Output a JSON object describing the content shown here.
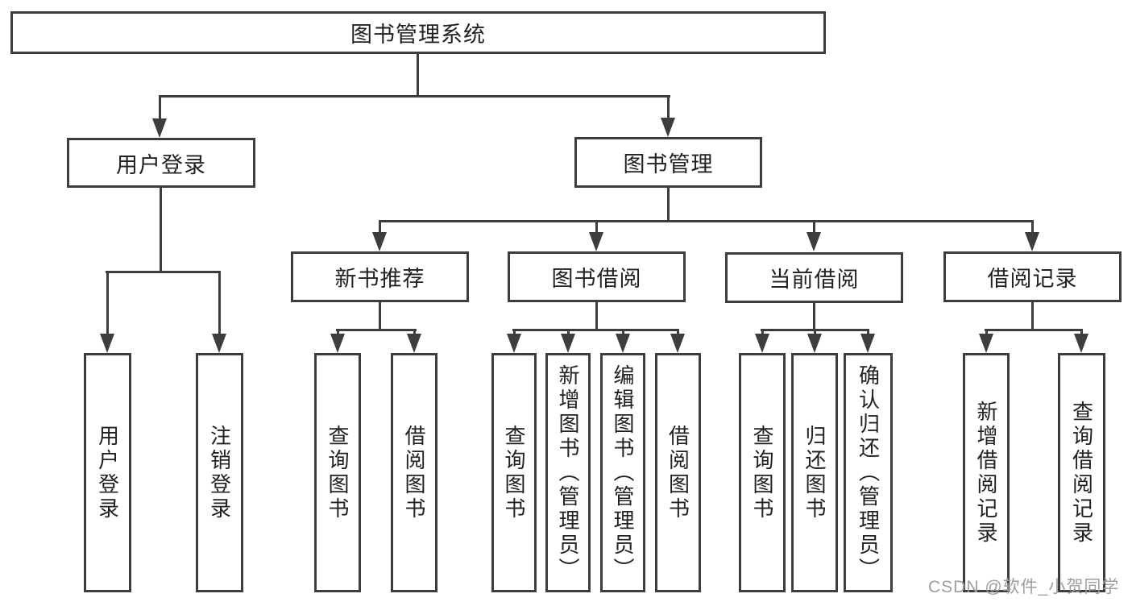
{
  "nodes": {
    "root": "图书管理系统",
    "level2": [
      "用户登录",
      "图书管理"
    ],
    "level3": [
      "新书推荐",
      "图书借阅",
      "当前借阅",
      "借阅记录"
    ],
    "leaves": {
      "user_login": [
        "用户登录",
        "注销登录"
      ],
      "recommend": [
        "查询图书",
        "借阅图书"
      ],
      "borrow": [
        "查询图书",
        "新增图书（管理员）",
        "编辑图书（管理员）",
        "借阅图书"
      ],
      "current": [
        "查询图书",
        "归还图书",
        "确认归还（管理员）"
      ],
      "records": [
        "新增借阅记录",
        "查询借阅记录"
      ]
    }
  },
  "watermark": "CSDN @软件_小贺同学",
  "colors": {
    "line": "#3d3d3d",
    "text": "#212121",
    "watermark": "#9e9e9e",
    "background": "#ffffff"
  }
}
